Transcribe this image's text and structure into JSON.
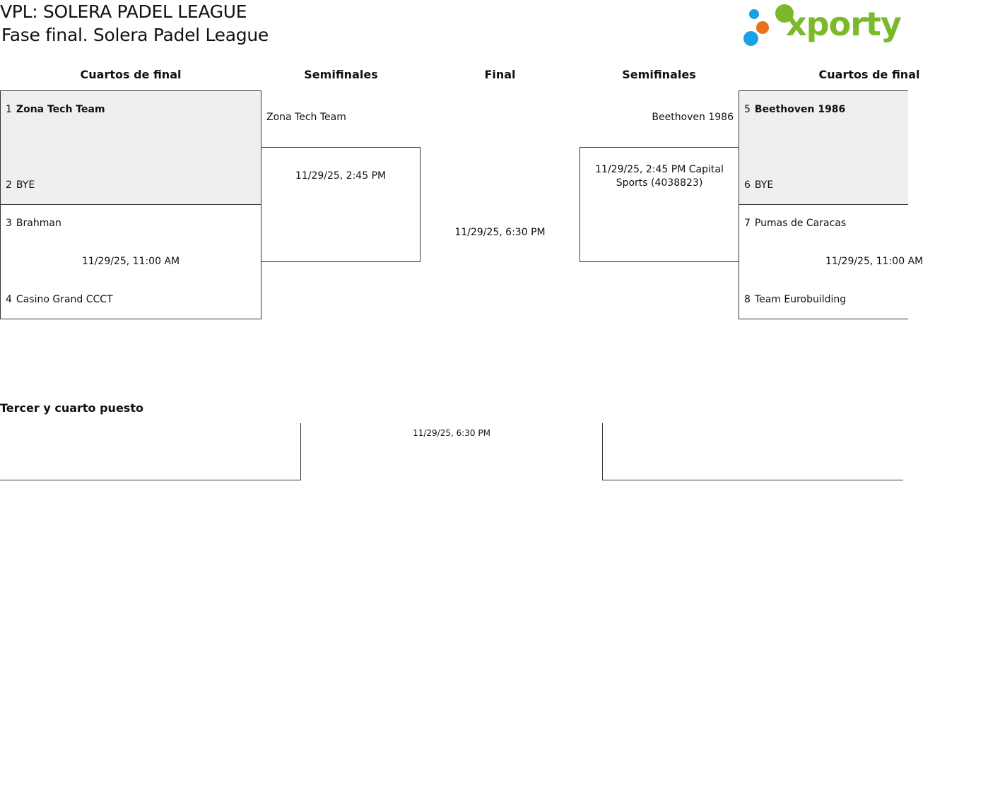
{
  "header": {
    "title": "VPL: SOLERA PADEL LEAGUE",
    "subtitle": "Fase final. Solera Padel League"
  },
  "logo": {
    "text": "xporty",
    "colors": {
      "text": "#7ab929",
      "dot_green": "#7ab929",
      "dot_blue": "#1aa0e6",
      "dot_orange": "#e8731a"
    }
  },
  "columns": {
    "left_quarter": "Cuartos de final",
    "left_semi": "Semifinales",
    "final": "Final",
    "right_semi": "Semifinales",
    "right_quarter": "Cuartos de final"
  },
  "left_quarter": {
    "match1": {
      "team_top": {
        "seed": "1",
        "name": "Zona Tech Team"
      },
      "team_bottom": {
        "seed": "2",
        "name": "BYE"
      }
    },
    "match2": {
      "team_top": {
        "seed": "3",
        "name": "Brahman"
      },
      "time": "11/29/25, 11:00 AM",
      "team_bottom": {
        "seed": "4",
        "name": "Casino Grand CCCT"
      }
    }
  },
  "left_semi": {
    "team_top": "Zona Tech Team",
    "time": "11/29/25, 2:45 PM"
  },
  "final": {
    "time": "11/29/25, 6:30 PM"
  },
  "right_semi": {
    "team_top": "Beethoven 1986",
    "time": "11/29/25, 2:45 PM Capital Sports (4038823)"
  },
  "right_quarter": {
    "match1": {
      "team_top": {
        "seed": "5",
        "name": "Beethoven 1986"
      },
      "team_bottom": {
        "seed": "6",
        "name": "BYE"
      }
    },
    "match2": {
      "team_top": {
        "seed": "7",
        "name": "Pumas de Caracas"
      },
      "time": "11/29/25, 11:00 AM",
      "team_bottom": {
        "seed": "8",
        "name": "Team Eurobuilding"
      }
    }
  },
  "third_place": {
    "title": "Tercer y cuarto puesto",
    "time": "11/29/25, 6:30 PM"
  }
}
